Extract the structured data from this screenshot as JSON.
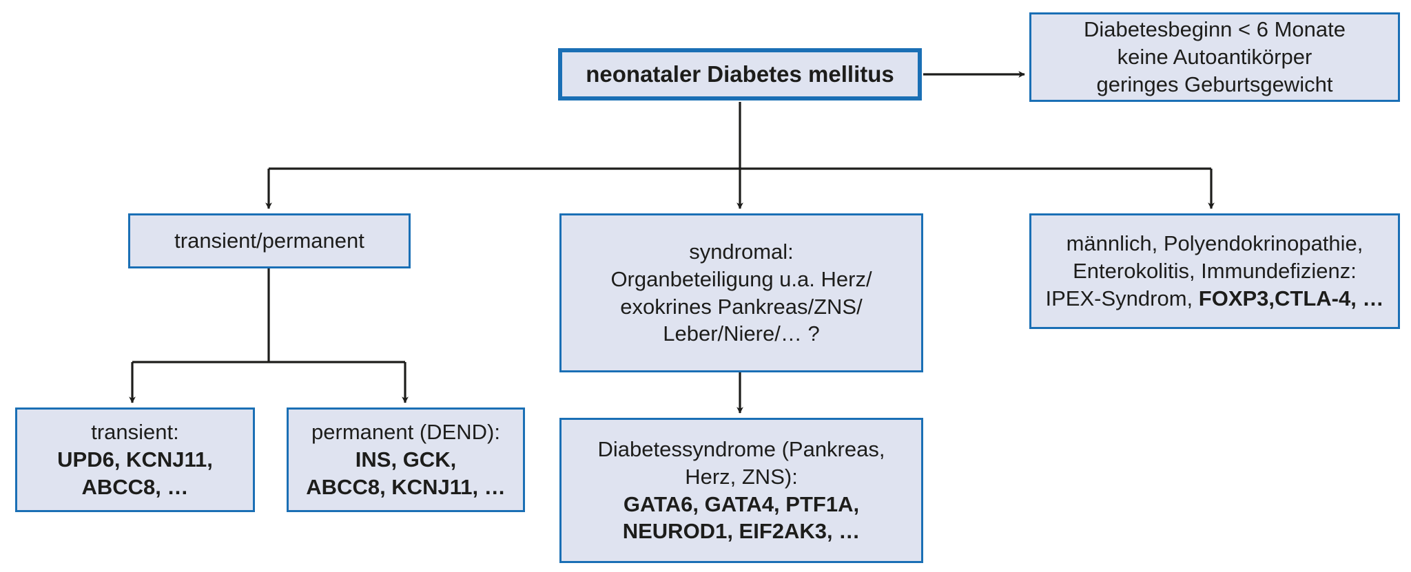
{
  "diagram": {
    "title": "neonataler Diabetes mellitus Flussdiagramm",
    "colors": {
      "node_fill": "#dfe3f0",
      "node_border": "#1a6fb5",
      "edge": "#1d1d1b",
      "text": "#1d1d1b",
      "background": "#ffffff"
    },
    "nodes": {
      "root": {
        "name": "neonataler-diabetes-mellitus",
        "lines": [
          {
            "text": "neonataler Diabetes mellitus",
            "bold": true
          }
        ]
      },
      "criteria": {
        "name": "diagnosekriterien",
        "lines": [
          {
            "text": "Diabetesbeginn < 6 Monate",
            "bold": false
          },
          {
            "text": "keine Autoantikörper",
            "bold": false
          },
          {
            "text": "geringes Geburtsgewicht",
            "bold": false
          }
        ]
      },
      "transient_permanent": {
        "name": "transient-permanent",
        "lines": [
          {
            "text": "transient/permanent",
            "bold": false
          }
        ]
      },
      "syndromal": {
        "name": "syndromal",
        "lines": [
          {
            "text": "syndromal:",
            "bold": false
          },
          {
            "text": "Organbeteiligung u.a. Herz/",
            "bold": false
          },
          {
            "text": "exokrines Pankreas/ZNS/",
            "bold": false
          },
          {
            "text": "Leber/Niere/… ?",
            "bold": false
          }
        ]
      },
      "ipex": {
        "name": "ipex-syndrom",
        "lines": [
          {
            "text": "männlich, Polyendokrinopathie,",
            "bold": false
          },
          {
            "text": "Enterokolitis, Immundefizienz:",
            "bold": false
          },
          {
            "text": "IPEX-Syndrom, FOXP3,CTLA-4, …",
            "bold": false,
            "plain_prefix": "IPEX-Syndrom, ",
            "bold_part": "FOXP3,CTLA-4, …"
          }
        ]
      },
      "transient": {
        "name": "transient-gene",
        "lines": [
          {
            "text": "transient:",
            "bold": false
          },
          {
            "text": "UPD6, KCNJ11,",
            "bold": true
          },
          {
            "text": "ABCC8, …",
            "bold": true
          }
        ]
      },
      "permanent": {
        "name": "permanent-dend-gene",
        "lines": [
          {
            "text": "permanent (DEND):",
            "bold": false
          },
          {
            "text": "INS, GCK,",
            "bold": true
          },
          {
            "text": "ABCC8, KCNJ11, …",
            "bold": true
          }
        ]
      },
      "diabetessyndrome": {
        "name": "diabetessyndrome-gene",
        "lines": [
          {
            "text": "Diabetessyndrome (Pankreas,",
            "bold": false
          },
          {
            "text": "Herz, ZNS):",
            "bold": false
          },
          {
            "text": "GATA6, GATA4, PTF1A,",
            "bold": true
          },
          {
            "text": "NEUROD1, EIF2AK3, …",
            "bold": true
          }
        ]
      }
    },
    "edges": [
      {
        "from": "root",
        "to": "criteria",
        "style": "straight-horizontal-arrow"
      },
      {
        "from": "root",
        "to": "transient_permanent",
        "style": "orthogonal-arrow"
      },
      {
        "from": "root",
        "to": "syndromal",
        "style": "orthogonal-arrow"
      },
      {
        "from": "root",
        "to": "ipex",
        "style": "orthogonal-arrow"
      },
      {
        "from": "transient_permanent",
        "to": "transient",
        "style": "orthogonal-arrow"
      },
      {
        "from": "transient_permanent",
        "to": "permanent",
        "style": "orthogonal-arrow"
      },
      {
        "from": "syndromal",
        "to": "diabetessyndrome",
        "style": "straight-vertical-arrow"
      }
    ]
  }
}
